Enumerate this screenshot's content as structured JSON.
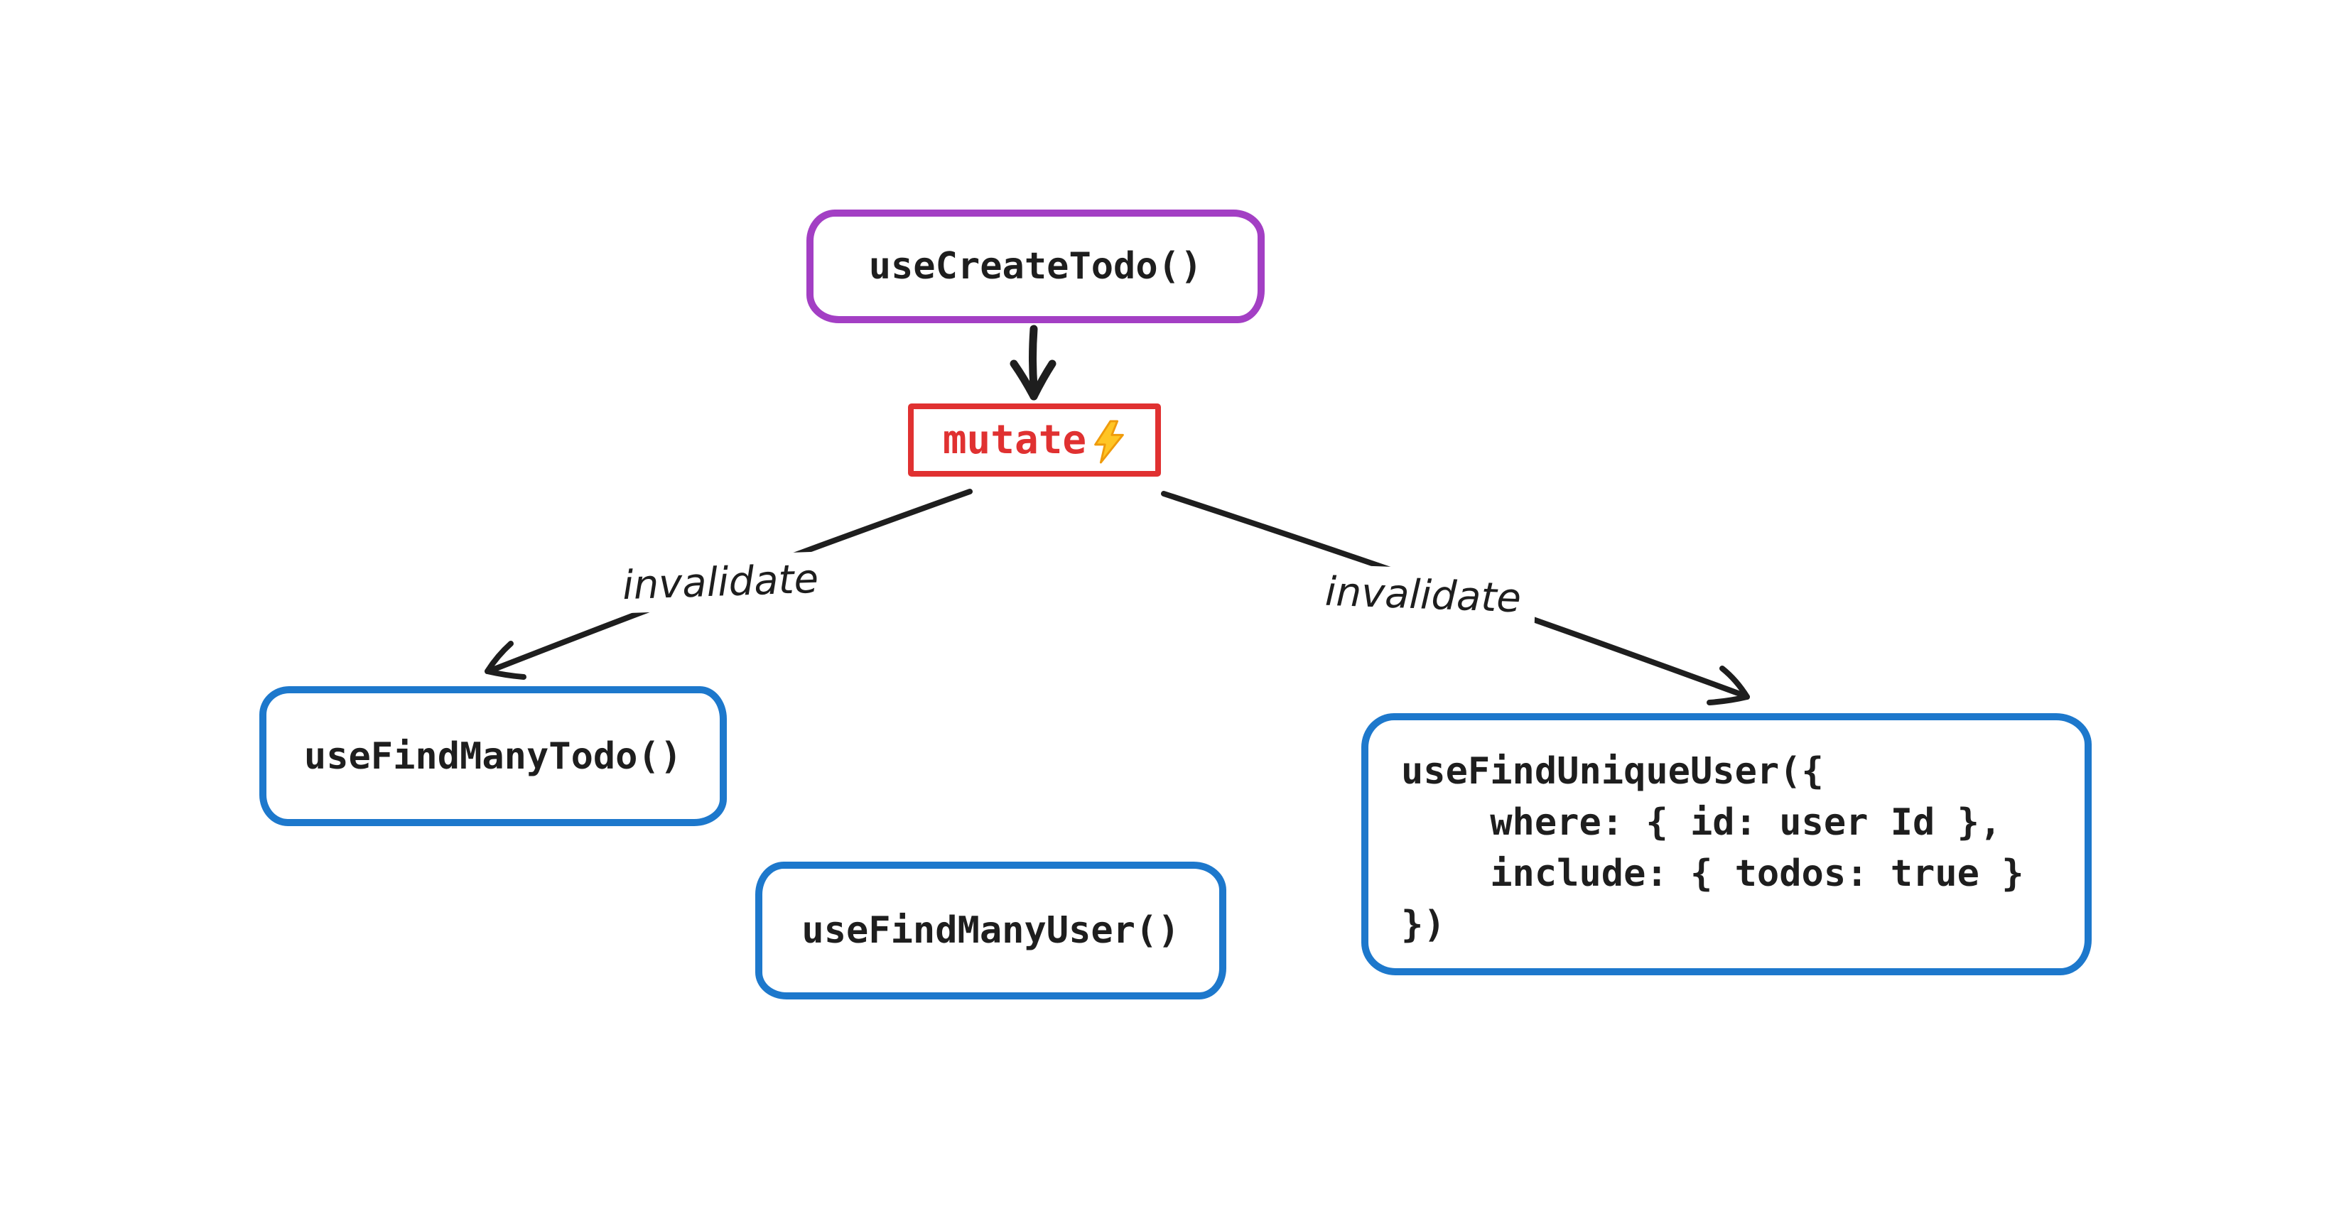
{
  "diagram": {
    "background_color": "#ffffff",
    "nodes": {
      "create_todo": {
        "label": "useCreateTodo()",
        "border_color": "#a33fc4",
        "text_color": "#1e1e1e"
      },
      "mutate": {
        "label": "mutate",
        "icon": "lightning-bolt-icon",
        "border_color": "#e03131",
        "text_color": "#e03131"
      },
      "find_many_todo": {
        "label": "useFindManyTodo()",
        "border_color": "#1d78cc",
        "text_color": "#1e1e1e"
      },
      "find_many_user": {
        "label": "useFindManyUser()",
        "border_color": "#1d78cc",
        "text_color": "#1e1e1e"
      },
      "find_unique_user": {
        "border_color": "#1d78cc",
        "text_color": "#1e1e1e",
        "code_lines": [
          "useFindUniqueUser({",
          "    where: { id: user Id },",
          "    include: { todos: true }",
          "})"
        ]
      }
    },
    "edges": {
      "mutate_call": {
        "from": "create_todo",
        "to": "mutate",
        "label": ""
      },
      "invalidate_left": {
        "from": "mutate",
        "to": "find_many_todo",
        "label": "invalidate"
      },
      "invalidate_right": {
        "from": "mutate",
        "to": "find_unique_user",
        "label": "invalidate"
      }
    },
    "colors": {
      "arrow": "#1e1e1e",
      "purple": "#a33fc4",
      "red": "#e03131",
      "blue": "#1d78cc",
      "bolt_fill": "#ffc524",
      "bolt_stroke": "#ef9b0b"
    }
  }
}
